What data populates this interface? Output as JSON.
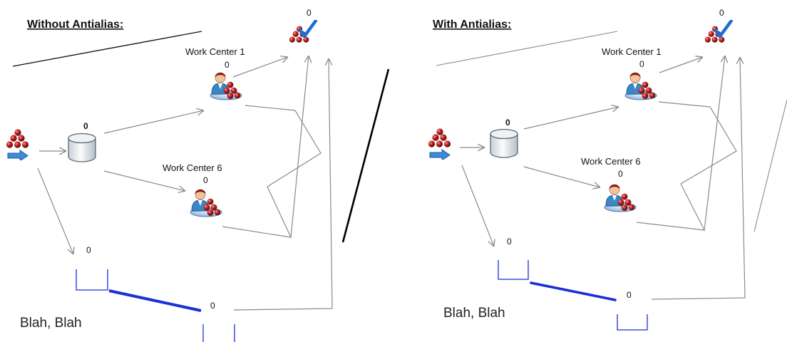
{
  "panels": {
    "without": {
      "title": "Without Antialias:",
      "work_center_1": {
        "label": "Work Center 1",
        "count": "0"
      },
      "work_center_6": {
        "label": "Work Center 6",
        "count": "0"
      },
      "store_count": "0",
      "exit_count": "0",
      "queue_1_count": "0",
      "queue_2_count": "0",
      "note": "Blah, Blah"
    },
    "with": {
      "title": "With Antialias:",
      "work_center_1": {
        "label": "Work Center 1",
        "count": "0"
      },
      "work_center_6": {
        "label": "Work Center 6",
        "count": "0"
      },
      "store_count": "0",
      "exit_count": "0",
      "queue_1_count": "0",
      "queue_2_count": "0",
      "note": "Blah, Blah"
    }
  },
  "icons": {
    "entry": "entry-icon",
    "store": "store-icon",
    "worker": "worker-icon",
    "exit": "exit-icon",
    "queue": "queue-icon"
  },
  "colors": {
    "connector": "#8a8a8a",
    "queue": "#1a2fd6",
    "bead": "#b52020",
    "check": "#1d6fd1",
    "person_shirt": "#3c86c4"
  }
}
